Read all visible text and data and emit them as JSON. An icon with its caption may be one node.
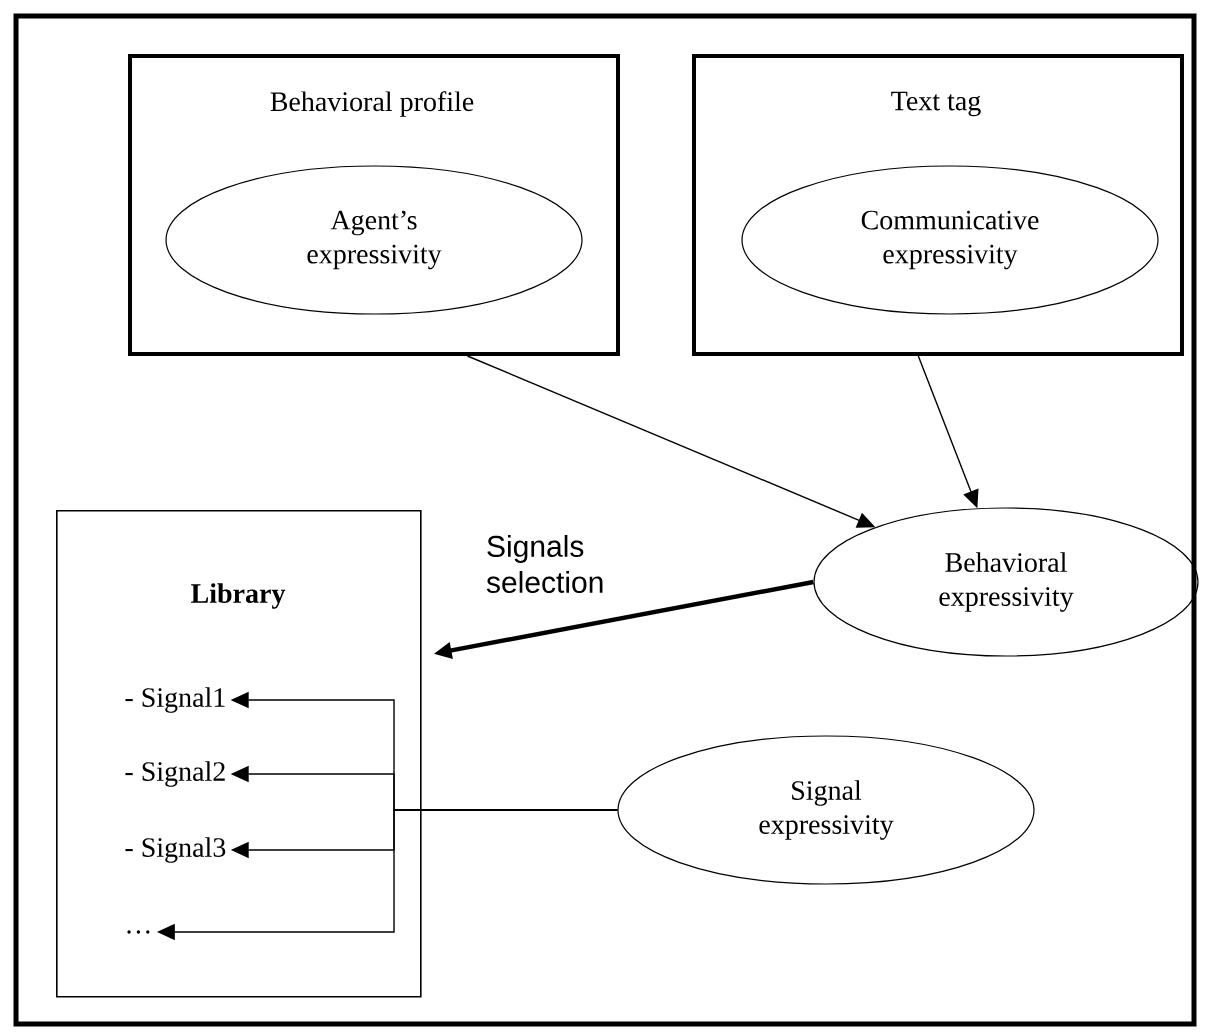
{
  "diagram": {
    "nodes": [
      {
        "text": [
          "Behavioral profile"
        ]
      },
      {
        "text": [
          "Agent’s expressivity"
        ],
        "in": 0
      },
      {
        "text": [
          "Text tag"
        ]
      },
      {
        "text": [
          "Communicative expressivity"
        ],
        "in": 2
      },
      {
        "text": [
          "Behavioral expressivity"
        ]
      },
      {
        "text": [
          "Library"
        ]
      },
      {
        "text": [
          "- Signal1"
        ],
        "in": 5
      },
      {
        "text": [
          "- Signal2"
        ],
        "in": 5
      },
      {
        "text": [
          "- Signal3"
        ],
        "in": 5
      },
      {
        "text": [
          "…"
        ],
        "in": 5
      },
      {
        "text": [
          "Signal expressivity"
        ]
      }
    ],
    "edges": [
      {
        "from": 0,
        "to": 4,
        "arrow": "to"
      },
      {
        "from": 2,
        "to": 4,
        "arrow": "to"
      },
      {
        "from": 4,
        "to": 5,
        "arrow": "to",
        "label": "Signals selection",
        "style": "thick"
      },
      {
        "from": 10,
        "to": 6,
        "arrow": "to"
      },
      {
        "from": 10,
        "to": 7,
        "arrow": "to"
      },
      {
        "from": 10,
        "to": 8,
        "arrow": "to"
      },
      {
        "from": 10,
        "to": 9,
        "arrow": "to"
      }
    ]
  }
}
